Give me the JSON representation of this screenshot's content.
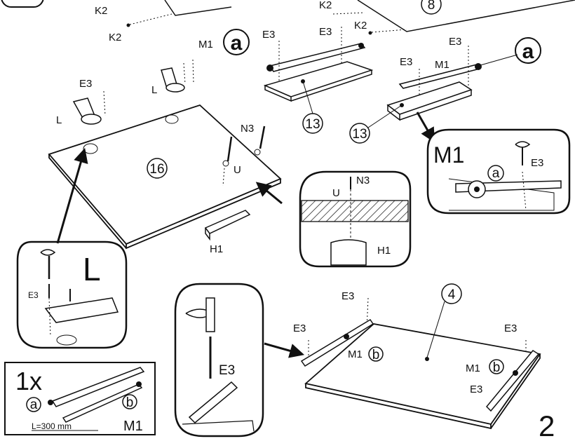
{
  "step": "2",
  "labels": {
    "k2": "K2",
    "e3": "E3",
    "m1": "M1",
    "a": "a",
    "b": "b",
    "l": "L",
    "n3": "N3",
    "u": "U",
    "h1": "H1",
    "part13": "13",
    "part16": "16",
    "part8": "8",
    "part4": "4"
  },
  "kit": {
    "qty": "1x",
    "length": "L=300 mm",
    "name": "M1",
    "a": "a",
    "b": "b"
  },
  "colors": {
    "line": "#111111",
    "panel": "#ffffff",
    "shade": "#cfcfcf"
  }
}
